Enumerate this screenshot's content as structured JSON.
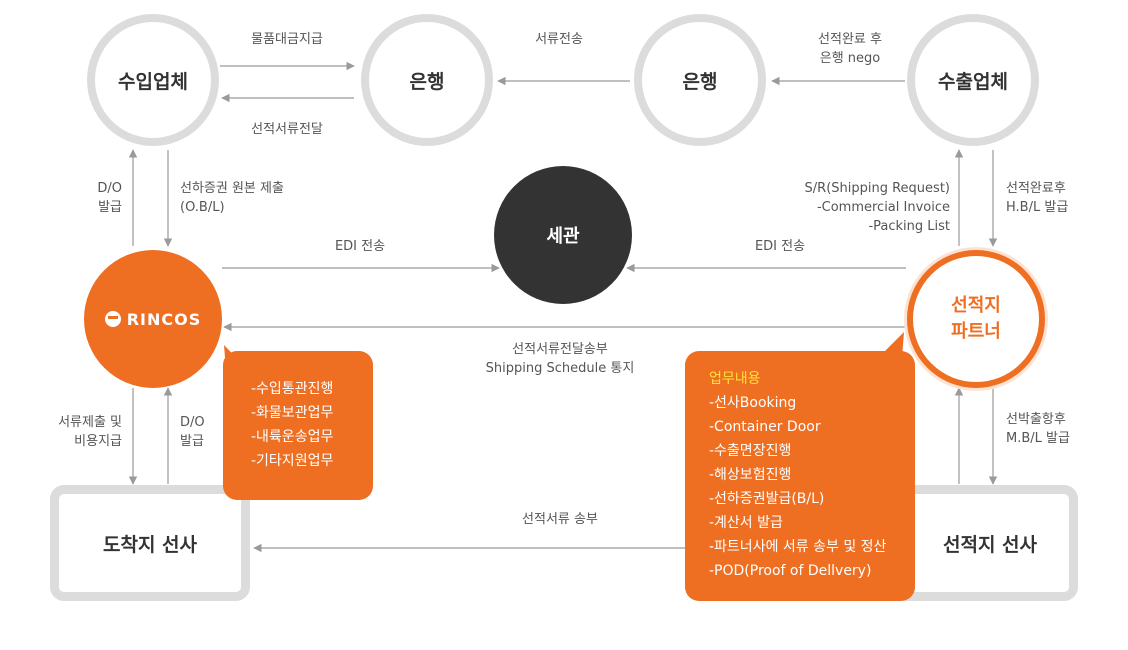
{
  "colors": {
    "accent": "#ee6f22",
    "highlight": "#ffe13a",
    "node_border": "#dcdcdc",
    "customs": "#333333",
    "line": "#9a9a9a"
  },
  "nodes": {
    "importer": "수입업체",
    "bank_import": "은행",
    "bank_export": "은행",
    "exporter": "수출업체",
    "customs": "세관",
    "rincos_logo": "RINCOS",
    "shipping_partner": [
      "선적지",
      "파트너"
    ],
    "dest_carrier": "도착지 선사",
    "origin_carrier": "선적지 선사"
  },
  "labels": {
    "goods_payment": "물품대금지급",
    "doc_delivery": "선적서류전달",
    "doc_transfer": "서류전송",
    "after_loading_nego": [
      "선적완료 후",
      "은행 nego"
    ],
    "do_issue_left": [
      "D/O",
      "발급"
    ],
    "bl_submit": [
      "선하증권 원본 제출",
      "(O.B/L)"
    ],
    "edi_left": "EDI 전송",
    "edi_right": "EDI 전송",
    "sr_docs": [
      "S/R(Shipping Request)",
      "-Commercial Invoice",
      "-Packing List"
    ],
    "hbl_issue": [
      "선적완료후",
      "H.B/L 발급"
    ],
    "doc_send_schedule": [
      "선적서류전달송부",
      "Shipping Schedule 통지"
    ],
    "doc_submit_cost": [
      "서류제출 및",
      "비용지급"
    ],
    "do_issue_bottom": [
      "D/O",
      "발급"
    ],
    "mbl_issue": [
      "선박출항후",
      "M.B/L 발급"
    ],
    "doc_send_bottom": "선적서류 송부"
  },
  "rincos_tasks": [
    "-수입통관진행",
    "-화물보관업무",
    "-내륙운송업무",
    "-기타지원업무"
  ],
  "partner_tasks": {
    "heading": "업무내용",
    "items": [
      "-선사Booking",
      "-Container Door",
      "-수출면장진행",
      "-해상보험진행",
      "-선하증권발급(B/L)",
      "-계산서 발급",
      "-파트너사에 서류 송부 및 정산",
      "-POD(Proof of Dellvery)"
    ]
  }
}
